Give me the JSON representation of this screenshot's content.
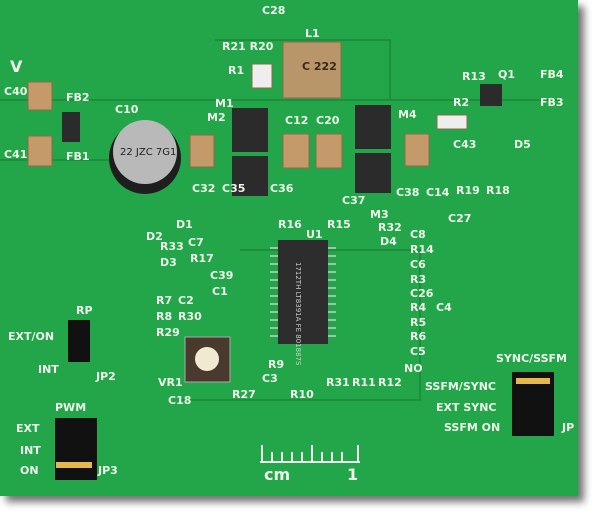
{
  "board": {
    "colors": {
      "pcb": "#23a64a",
      "silkscreen": "#eef5ea",
      "component_body": "#c59a6a",
      "ic": "#2d2d2d"
    },
    "labels": [
      "V",
      "C40",
      "C41",
      "FB2",
      "FB1",
      "C10",
      "M1",
      "M2",
      "L1",
      "R21 R20",
      "C28",
      "R1",
      "C12",
      "C20",
      "M4",
      "R13",
      "Q1",
      "FB4",
      "R2",
      "C43",
      "D5",
      "FB3",
      "C32",
      "C35",
      "C36",
      "C37",
      "M3",
      "C38",
      "C14",
      "R19",
      "R18",
      "C27",
      "D2",
      "D1",
      "R33",
      "C7",
      "D3",
      "R17",
      "R16",
      "U1",
      "R15",
      "R32",
      "D4",
      "C8",
      "R14",
      "C6",
      "R3",
      "C26",
      "R4",
      "C4",
      "R5",
      "R6",
      "C5",
      "C39",
      "C1",
      "R7",
      "C2",
      "R8",
      "R30",
      "R29",
      "RP",
      "EXT/ON",
      "INT",
      "JP2",
      "VR1",
      "C18",
      "R9",
      "C3",
      "R10",
      "R27",
      "R31",
      "R11",
      "R12",
      "NO",
      "SYNC/SSFM",
      "SSFM/SYNC",
      "EXT SYNC",
      "SSFM ON",
      "JP",
      "PWM",
      "EXT",
      "INT",
      "ON",
      "JP3"
    ],
    "inductor_marking": "C 222",
    "capacitor_marking": "22 JZC 7G1",
    "ic_marking": "1712TH LT8391A FE 801887S",
    "ruler": {
      "unit_label": "cm",
      "mark": "1"
    }
  }
}
